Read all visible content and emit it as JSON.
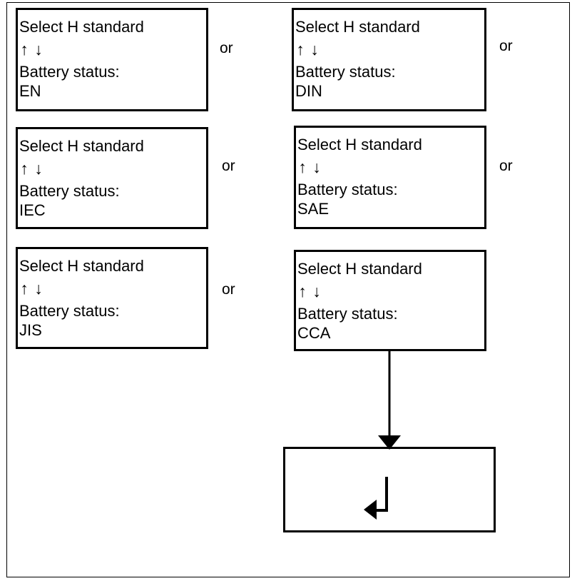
{
  "screens": [
    {
      "title": "Select H standard",
      "up": "↑",
      "down": "↓",
      "status_label": "Battery status:",
      "status_value": "EN"
    },
    {
      "title": "Select H standard",
      "up": "↑",
      "down": "↓",
      "status_label": "Battery status:",
      "status_value": "DIN"
    },
    {
      "title": "Select H standard",
      "up": "↑",
      "down": "↓",
      "status_label": "Battery status:",
      "status_value": "IEC"
    },
    {
      "title": "Select H standard",
      "up": "↑",
      "down": "↓",
      "status_label": "Battery status:",
      "status_value": "SAE"
    },
    {
      "title": "Select H standard",
      "up": "↑",
      "down": "↓",
      "status_label": "Battery status:",
      "status_value": "JIS"
    },
    {
      "title": "Select H standard",
      "up": "↑",
      "down": "↓",
      "status_label": "Battery status:",
      "status_value": "CCA"
    }
  ],
  "connectors": [
    "or",
    "or",
    "or",
    "or",
    "or"
  ],
  "enter_icon": "enter-return-icon"
}
